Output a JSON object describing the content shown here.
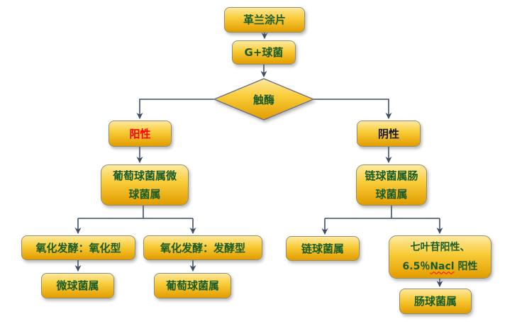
{
  "diagram": {
    "description": "Gram-positive cocci identification flowchart",
    "nodes": {
      "gram_smear": {
        "label": "革兰涂片"
      },
      "g_cocci": {
        "label": "G+球菌"
      },
      "catalase": {
        "label": "触酶"
      },
      "positive": {
        "label": "阳性"
      },
      "negative": {
        "label": "阴性"
      },
      "staph_micro": {
        "line1": "葡萄球菌属微",
        "line2": "球菌属"
      },
      "strep_entero": {
        "line1": "链球菌属肠",
        "line2": "球菌属"
      },
      "of_oxidative": {
        "label": "氧化发酵：氧化型"
      },
      "of_fermentative": {
        "label": "氧化发酵：发酵型"
      },
      "micrococcus": {
        "label": "微球菌属"
      },
      "staphylococcus": {
        "label": "葡萄球菌属"
      },
      "streptococcus": {
        "label": "链球菌属"
      },
      "esculin_nacl": {
        "line1": "七叶苷阳性、",
        "line2_prefix": "6.5％",
        "line2_nacl": "Nacl",
        "line2_suffix": " 阳性"
      },
      "enterococcus": {
        "label": "肠球菌属"
      }
    },
    "colors": {
      "box_gradient_top": "#fde9a0",
      "box_gradient_mid": "#f9cd3a",
      "box_gradient_bottom": "#e29c00",
      "box_border": "#8f8f74",
      "connector": "#3f4e68",
      "text_green": "#1a5c28",
      "text_red": "#ff0000",
      "text_dark": "#15152e",
      "background": "#ffffff"
    }
  }
}
